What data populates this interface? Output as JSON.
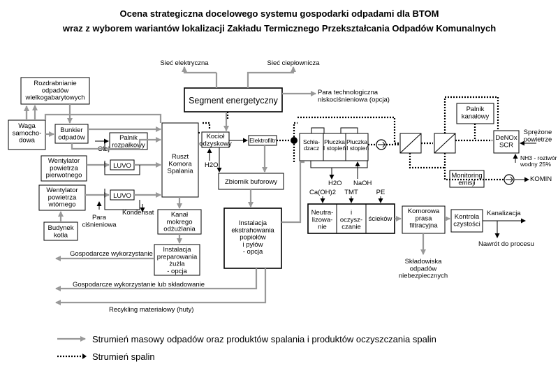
{
  "title": {
    "line1": "Ocena strategiczna docelowego systemu gospodarki odpadami dla BTOM",
    "line2": "wraz z  wyborem wariantów  lokalizacji Zakładu Termicznego Przekształcania  Odpadów   Komunalnych"
  },
  "nodes": {
    "waga": [
      "Waga",
      "samocho-",
      "dowa"
    ],
    "rozdrabnianie": [
      "Rozdrabnianie",
      "odpadów",
      "wielkogabarytowych"
    ],
    "bunkier": [
      "Bunkier",
      "odpadów"
    ],
    "wentylator1": [
      "Wentylator",
      "powietrza",
      "pierwotnego"
    ],
    "wentylator2": [
      "Wentylator",
      "powietrza",
      "wtórnego"
    ],
    "budynek": [
      "Budynek",
      "kotła"
    ],
    "olej": "Olej",
    "palnik_rozpalkowy": [
      "Palnik",
      "rozpałkowy"
    ],
    "luvo1": "LUVO",
    "luvo2": "LUVO",
    "para": [
      "Para",
      "ciśnieniowa"
    ],
    "kondensat": "Kondensat",
    "ruszt": [
      "Ruszt",
      "Komora",
      "Spalania"
    ],
    "kanal": [
      "Kanał",
      "mokrego",
      "odżużlania"
    ],
    "preparowanie": [
      "Instalacja",
      "preparowania",
      "żużla",
      "- opcja"
    ],
    "segment": "Segment energetyczny",
    "siec_el": "Sieć elektryczna",
    "siec_ciep": "Sieć ciepłownicza",
    "para_tech": [
      "Para technologiczna",
      "niskociśnieniowa (opcja)"
    ],
    "kociol": [
      "Kocioł",
      "odzyskowy"
    ],
    "h2o_left": "H2O",
    "elektrofiltr": "Elektrofiltr",
    "zbiornik": "Zbiornik buforowy",
    "ekstrahowanie": [
      "Instalacja",
      "ekstrahowania",
      "popiołów",
      "i pyłów",
      "- opcja"
    ],
    "schladzacz": [
      "Schła-",
      "dzacz"
    ],
    "pluczka1": [
      "Płuczka",
      "I stopień"
    ],
    "pluczka2": [
      "Płuczka",
      "II stopień"
    ],
    "h2o_right": "H2O",
    "naoh": "NaOH",
    "caoh": "Ca(OH)2",
    "tmt": "TMT",
    "pe": "PE",
    "neutralizowanie": [
      "Neutra-",
      "lizowa-",
      "nie"
    ],
    "oczyszczanie": [
      "i",
      "oczysz-",
      "czanie"
    ],
    "sciekow": "ścieków",
    "komorowa": [
      "Komorowa",
      "prasa",
      "filtracyjna"
    ],
    "kontrola": [
      "Kontrola",
      "czystości"
    ],
    "kanalizacja": "Kanalizacja",
    "nawrot": "Nawrót  do procesu",
    "skladowiska": [
      "Składowiska",
      "odpadów",
      "niebezpiecznych"
    ],
    "palnik_kanalowy": [
      "Palnik",
      "kanałowy"
    ],
    "denox": [
      "DeNOx",
      "SCR"
    ],
    "sprezone": [
      "Sprężone",
      "powietrze"
    ],
    "nh3": [
      "NH3 - roztwór",
      "wodny 25%"
    ],
    "monitoring": [
      "Monitoring",
      "emisji"
    ],
    "komin": "KOMIN"
  },
  "outputs": {
    "gosp1": "Gospodarcze wykorzystanie",
    "gosp2": "Gospodarcze wykorzystanie lub składowanie",
    "recykling": "Recykling materiałowy (huty)"
  },
  "legend": {
    "mass": "Strumień masowy odpadów oraz produktów spalania i produktów oczyszczania spalin",
    "flue": "Strumień spalin"
  },
  "colors": {
    "mass_stream": "#999999",
    "flue_stream": "#000000"
  }
}
